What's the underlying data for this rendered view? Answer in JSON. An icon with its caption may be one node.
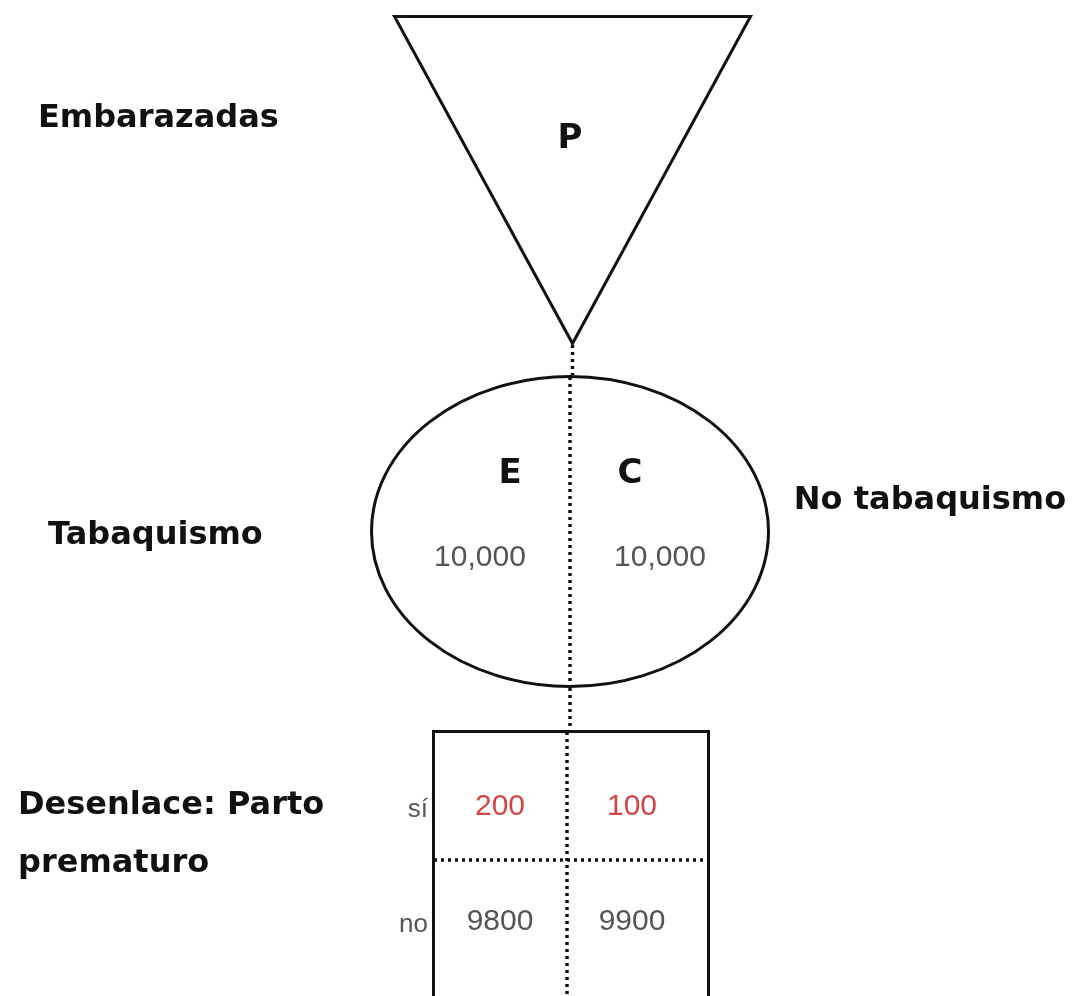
{
  "diagram": {
    "nodes": [
      {
        "text": [
          "P"
        ],
        "beside": [
          "Embarazadas"
        ]
      },
      {
        "text": [
          "E",
          "10,000",
          "C",
          "10,000"
        ],
        "beside": [
          "Tabaquismo",
          "No tabaquismo"
        ]
      },
      {
        "text": [
          "200",
          "100",
          "9800",
          "9900"
        ],
        "beside": [
          "sí",
          "no",
          "Desenlace: Parto prematuro"
        ]
      }
    ],
    "edges": [
      {
        "from": 0,
        "to": 1,
        "arrow": "none",
        "style": "dashed"
      },
      {
        "from": 1,
        "to": 2,
        "arrow": "none",
        "style": "dashed"
      }
    ]
  }
}
